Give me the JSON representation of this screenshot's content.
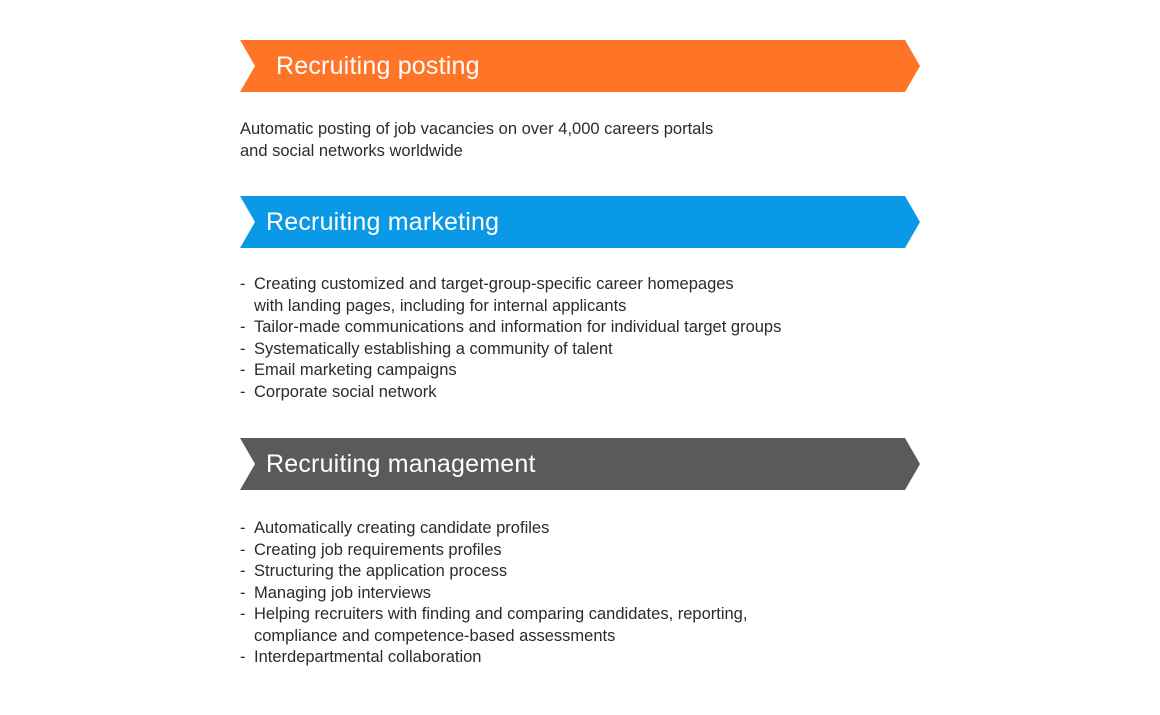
{
  "colors": {
    "posting": "#ff7427",
    "marketing": "#0a99e6",
    "management": "#5a5a5a",
    "text": "#2b2b2b",
    "banner_text": "#ffffff"
  },
  "sections": {
    "posting": {
      "title": "Recruiting posting",
      "description_line1": "Automatic posting of job vacancies on over 4,000 careers portals",
      "description_line2": "and social networks worldwide"
    },
    "marketing": {
      "title": "Recruiting marketing",
      "items": [
        {
          "line1": "Creating customized and target-group-specific career homepages",
          "line2": "with landing pages, including for internal applicants"
        },
        {
          "line1": "Tailor-made communications and information for individual target groups",
          "line2": ""
        },
        {
          "line1": "Systematically establishing a community of talent",
          "line2": ""
        },
        {
          "line1": "Email marketing campaigns",
          "line2": ""
        },
        {
          "line1": "Corporate social network",
          "line2": ""
        }
      ]
    },
    "management": {
      "title": "Recruiting management",
      "items": [
        {
          "line1": "Automatically creating candidate profiles",
          "line2": ""
        },
        {
          "line1": "Creating job requirements profiles",
          "line2": ""
        },
        {
          "line1": "Structuring the application process",
          "line2": ""
        },
        {
          "line1": "Managing job interviews",
          "line2": ""
        },
        {
          "line1": "Helping recruiters with finding and comparing candidates, reporting,",
          "line2": "compliance and competence-based assessments"
        },
        {
          "line1": "Interdepartmental collaboration",
          "line2": ""
        }
      ]
    },
    "bullet": "-"
  }
}
